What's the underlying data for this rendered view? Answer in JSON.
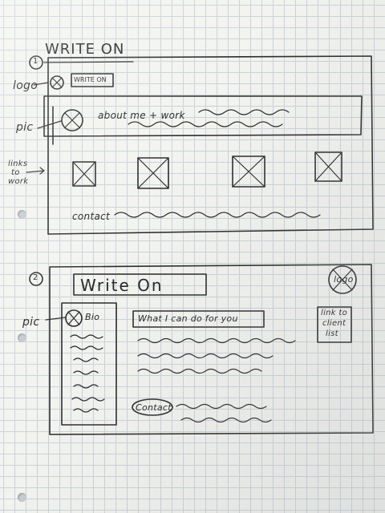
{
  "page_title": "WRITE ON",
  "sketch1": {
    "number": "1",
    "logo_label": "logo",
    "header_box_text": "WRITE ON",
    "pic_label": "pic",
    "about_text": "about me + work",
    "links_label": [
      "links",
      "to",
      "work"
    ],
    "contact_text": "contact"
  },
  "sketch2": {
    "number": "2",
    "title": "Write On",
    "logo_text": "logo",
    "pic_label": "pic",
    "bio_text": "Bio",
    "what_text": "What I can do for you",
    "client_link_lines": [
      "link to",
      "client",
      "list"
    ],
    "contact_text": "Contact"
  }
}
